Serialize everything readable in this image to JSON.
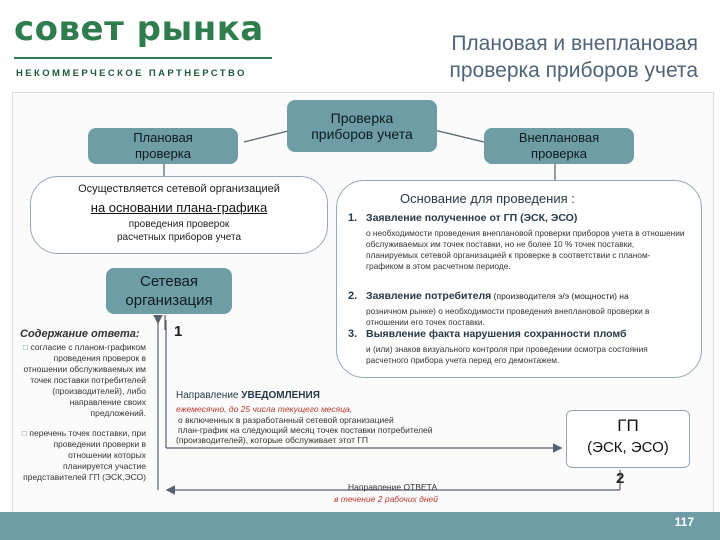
{
  "logo": {
    "name": "совет рынка",
    "subtitle": "НЕКОММЕРЧЕСКОЕ ПАРТНЕРСТВО"
  },
  "title": {
    "line1": "Плановая и внеплановая",
    "line2": "проверка приборов учета"
  },
  "top_box": {
    "line1": "Проверка",
    "line2": "приборов учета"
  },
  "planned_box": {
    "line1": "Плановая",
    "line2": "проверка"
  },
  "unplanned_box": {
    "line1": "Внеплановая",
    "line2": "проверка"
  },
  "left_panel": {
    "line1": "Осуществляется сетевой организацией",
    "line2": "на основании плана-графика",
    "line3": "проведения проверок",
    "line4": "расчетных приборов учета"
  },
  "network_org_box": {
    "line1": "Сетевая",
    "line2": "организация"
  },
  "response": {
    "heading": "Содержание ответа:",
    "item1": "согласие с планом-графиком проведения проверок в отношении обслуживаемых им точек поставки потребителей (производителей), либо направление своих предложений.",
    "item2": "перечень точек поставки, при проведении проверки в отношении которых планируется участие представителей ГП (ЭСК,ЭСО)"
  },
  "step_markers": {
    "one": "1",
    "two": "2"
  },
  "reasons": {
    "heading": "Основание для проведения :",
    "r1_num": "1.",
    "r1_title": "Заявление полученное от ГП (ЭСК, ЭСО)",
    "r1_text": "о необходимости проведения внеплановой проверки приборов учета в отношении обслуживаемых им точек поставки, но не более 10 % точек поставки, планируемых сетевой организацией к проверке в соответствии с планом-графиком в этом расчетном периоде.",
    "r2_num": "2.",
    "r2_title": "Заявление потребителя",
    "r2_title_suffix": "(производителя э/э (мощности) на",
    "r2_text": "розничном рынке) о необходимости проведения внеплановой проверки в отношении его точек поставки.",
    "r3_num": "3.",
    "r3_title": "Выявление факта нарушения сохранности пломб",
    "r3_text": "и (или) знаков визуального контроля при проведении осмотра состояния расчетного прибора учета перед его демонтажем."
  },
  "notification": {
    "heading_prefix": "Направление ",
    "heading_bold": "УВЕДОМЛЕНИЯ",
    "deadline": "ежемесячно, до 25 числа текущего месяца,",
    "line1": "о включенных в разработанный сетевой организацией",
    "line2": "план-график на следующий месяц точек поставки потребителей",
    "line3": "(производителей), которые обслуживает этот ГП"
  },
  "gp_box": {
    "line1": "ГП",
    "line2": "(ЭСК, ЭСО)"
  },
  "answer": {
    "line1": "Направление ОТВЕТА",
    "line2": "в течение 2 рабочих дней"
  },
  "page_number": "117",
  "colors": {
    "brand": "#2f7d4f",
    "teal": "#6e9da6",
    "title": "#4f6478",
    "accent_red": "#c0392b"
  }
}
